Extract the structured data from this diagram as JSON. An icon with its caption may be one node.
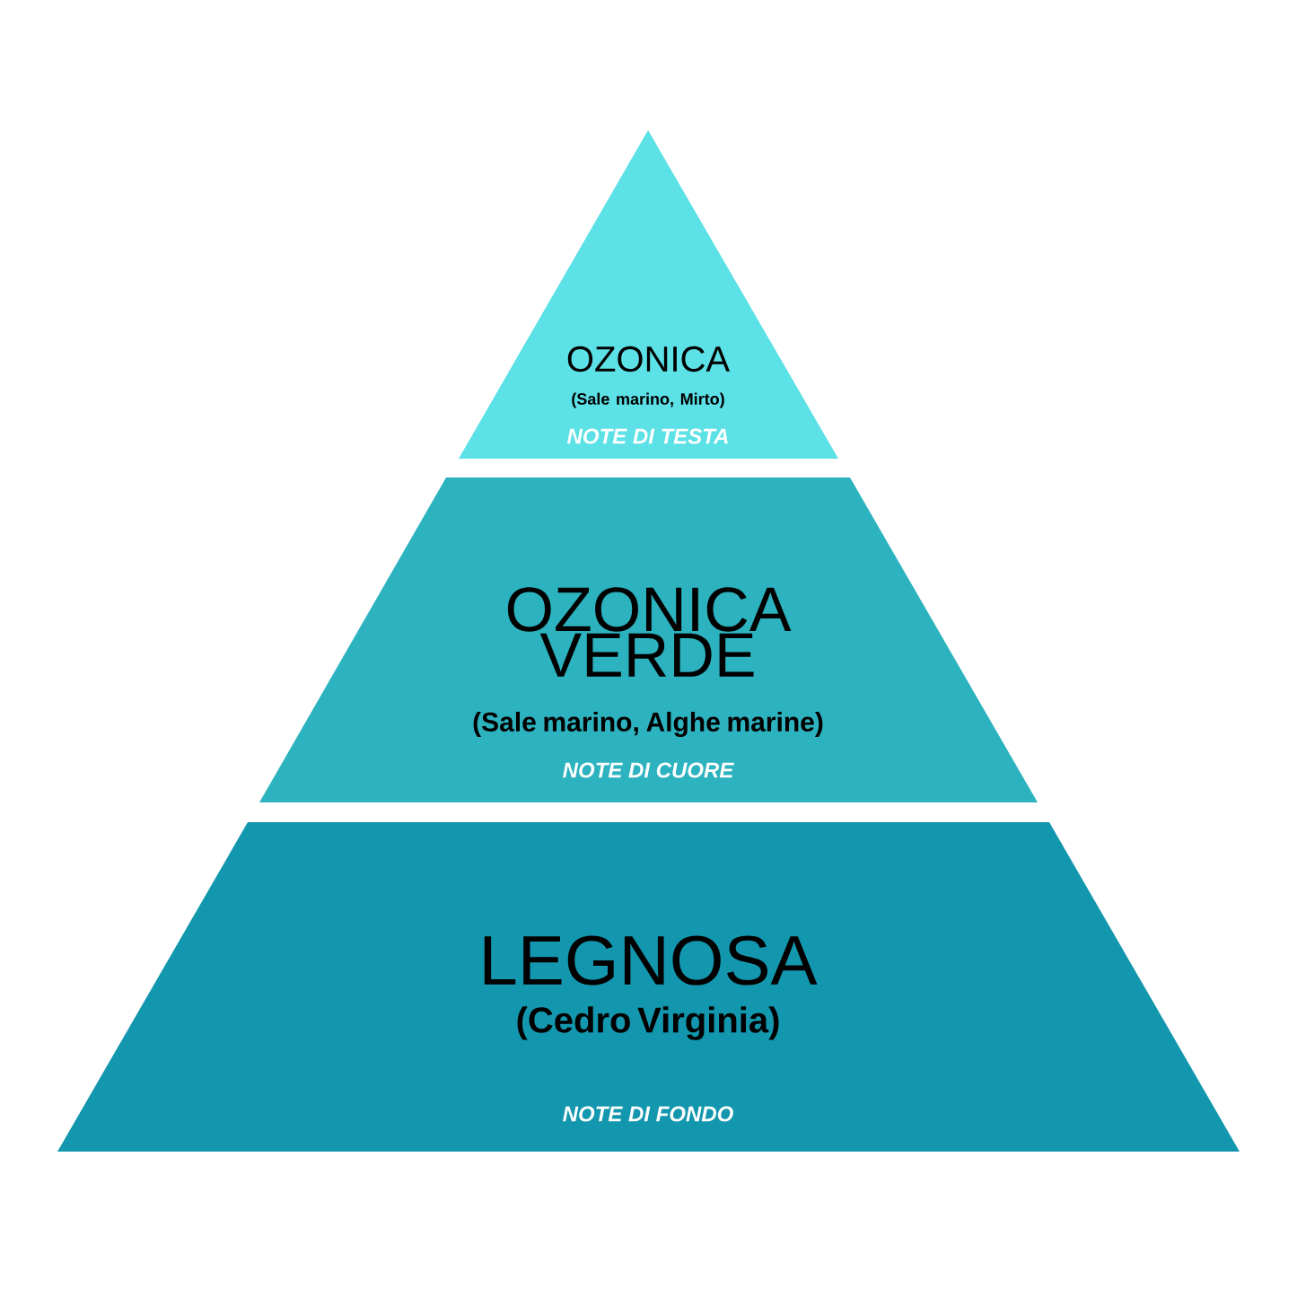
{
  "diagram": {
    "nodes": [
      {
        "text": [
          "OZONICA",
          "(Sale marino, Mirto)",
          "NOTE DI TESTA"
        ]
      },
      {
        "text": [
          "OZONICA VERDE",
          "(Sale marino, Alghe marine)",
          "NOTE DI CUORE"
        ]
      },
      {
        "text": [
          "LEGNOSA",
          "(Cedro Virginia)",
          "NOTE DI FONDO"
        ]
      }
    ]
  }
}
